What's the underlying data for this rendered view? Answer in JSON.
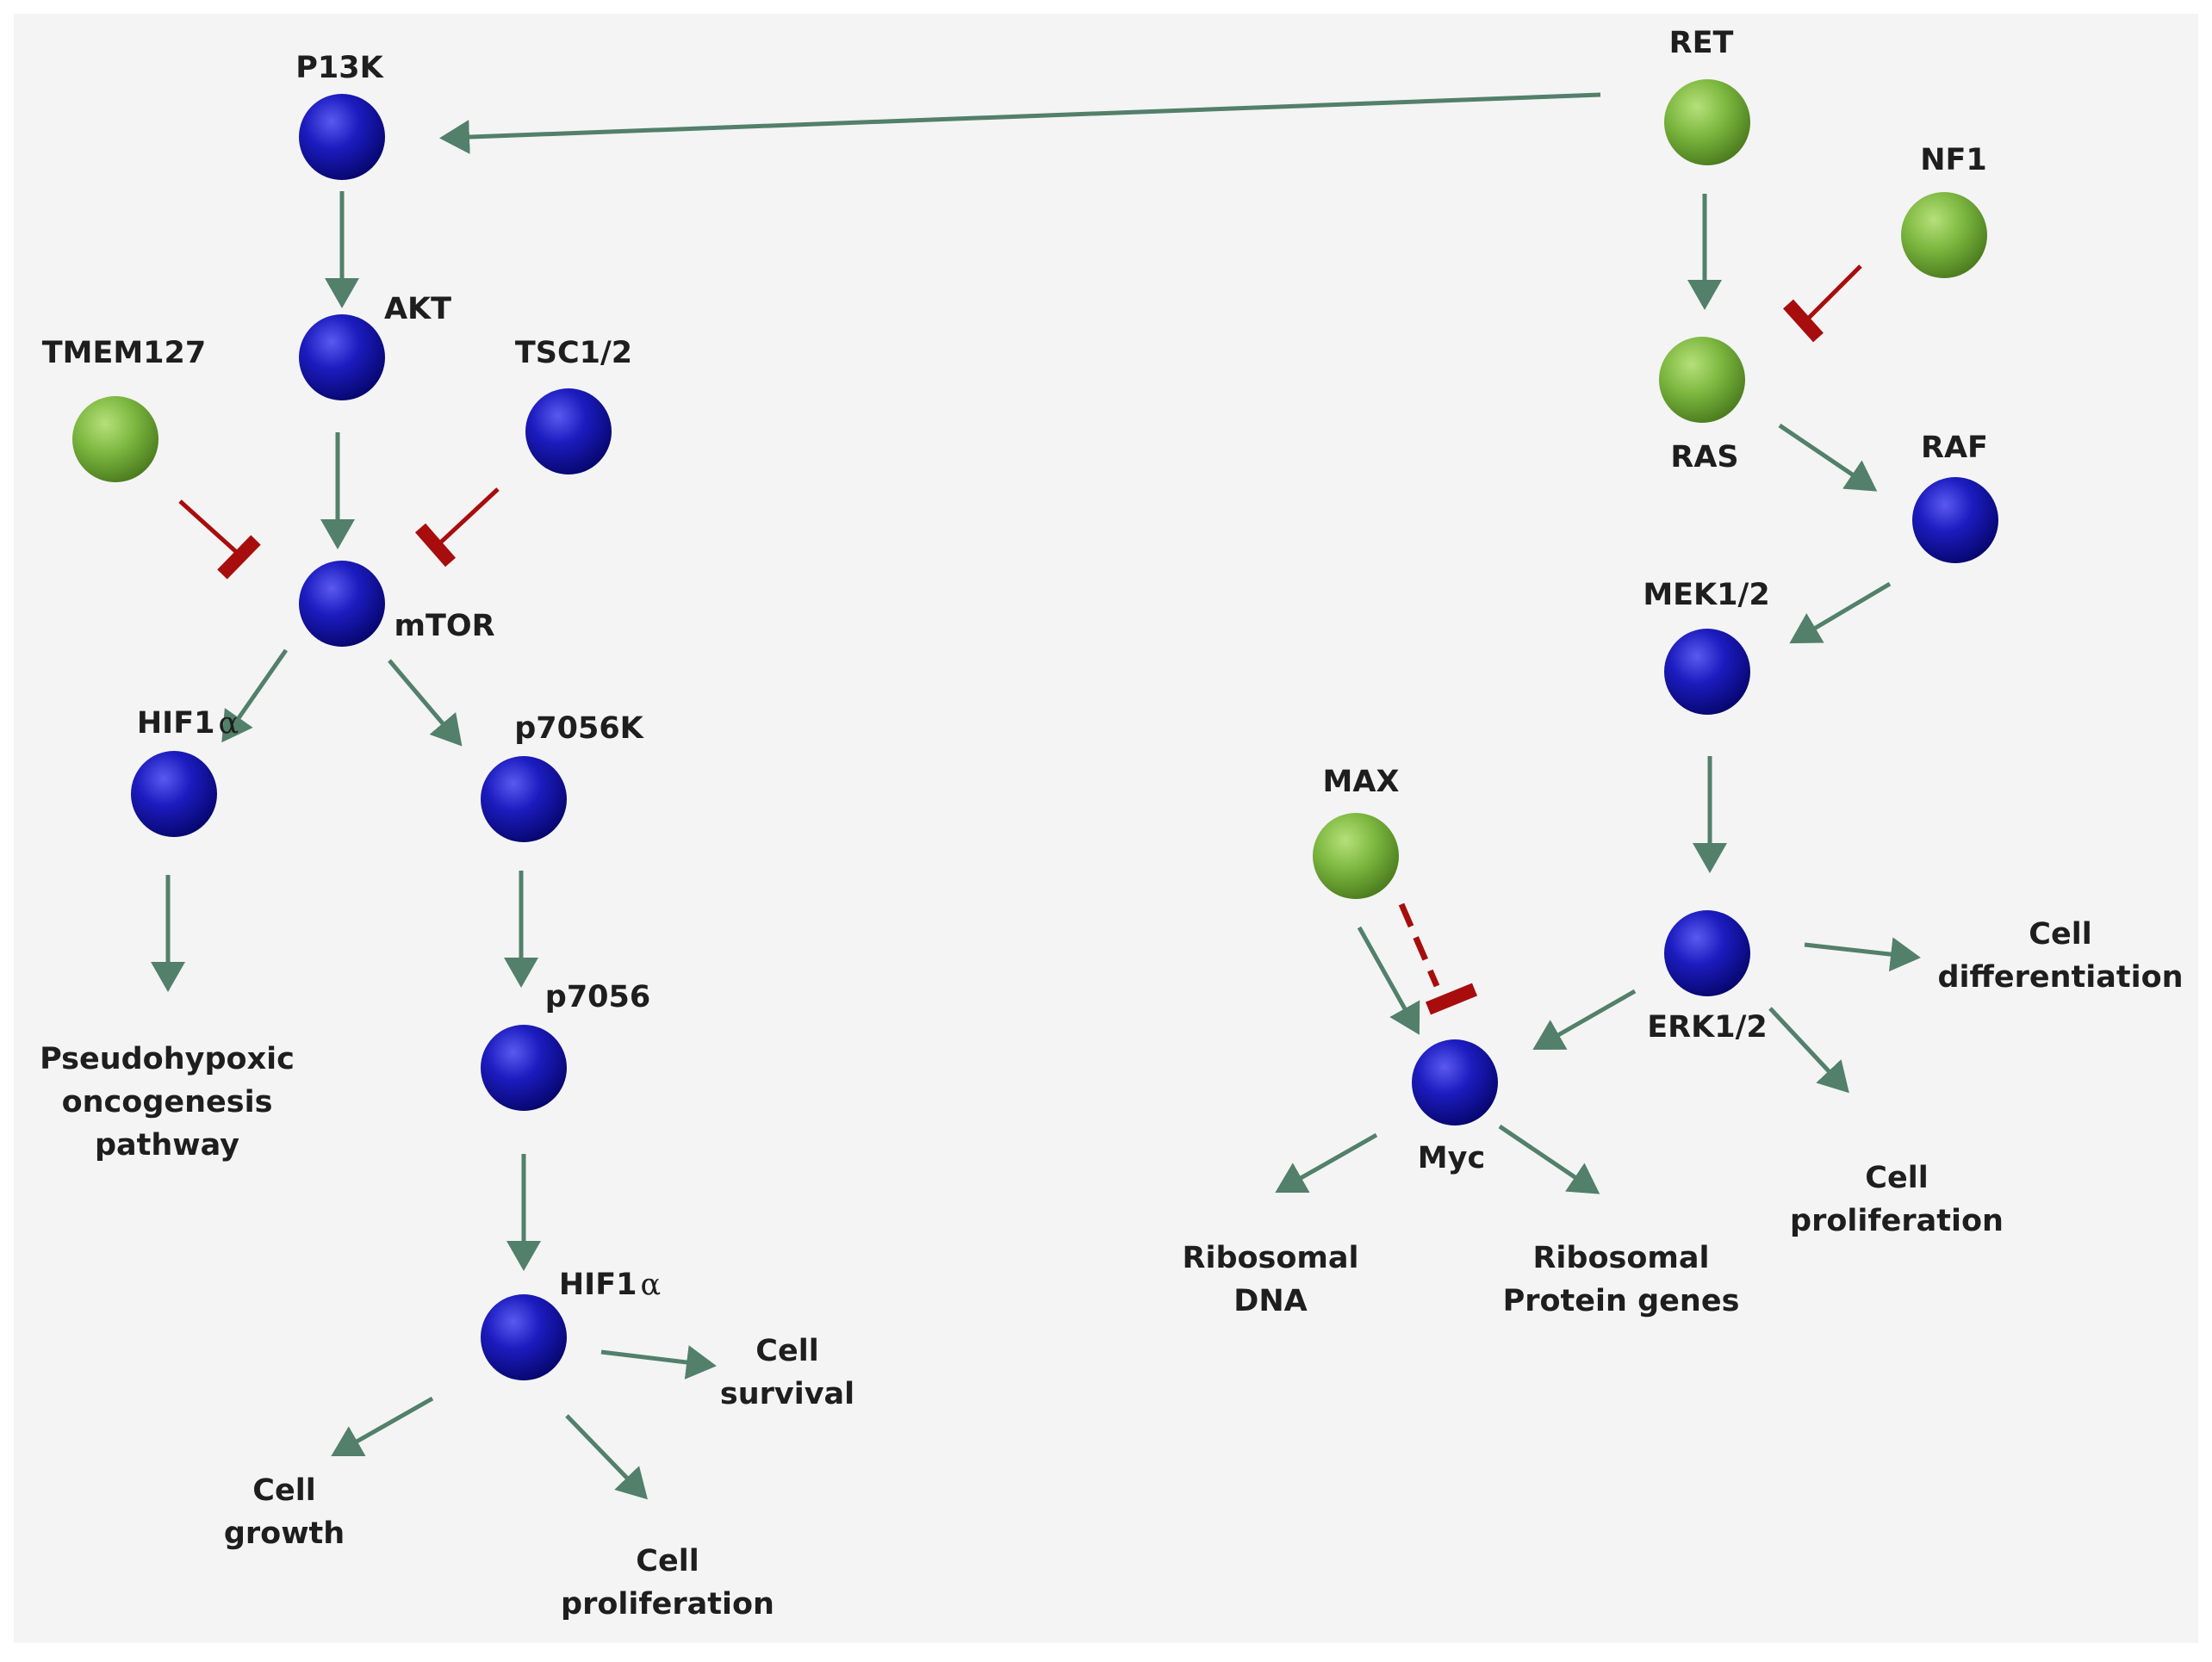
{
  "colors": {
    "activation_arrow": "#52806a",
    "inhibition": "#a80d0d",
    "node_blue": "#1b1bb6",
    "node_green": "#78b43c",
    "background": "#f4f4f4"
  },
  "nodes": {
    "p13k": "P13K",
    "akt": "AKT",
    "tmem127": "TMEM127",
    "tsc": "TSC1/2",
    "mtor": "mTOR",
    "hif1a_left": "HIF1",
    "p7056k": "p7056K",
    "p7056": "p7056",
    "hif1a_bottom": "HIF1",
    "ret": "RET",
    "nf1": "NF1",
    "ras": "RAS",
    "raf": "RAF",
    "mek": "MEK1/2",
    "erk": "ERK1/2",
    "max": "MAX",
    "myc": "Myc",
    "alpha_symbol": "α"
  },
  "outcomes": {
    "pseudohypoxic": [
      "Pseudohypoxic",
      "oncogenesis",
      "pathway"
    ],
    "cell_growth": [
      "Cell",
      "growth"
    ],
    "cell_proliferation_left": [
      "Cell",
      "proliferation"
    ],
    "cell_survival": [
      "Cell",
      "survival"
    ],
    "ribosomal_dna": [
      "Ribosomal",
      "DNA"
    ],
    "ribosomal_protein": [
      "Ribosomal",
      "Protein genes"
    ],
    "cell_proliferation_right": [
      "Cell",
      "proliferation"
    ],
    "cell_differentiation": [
      "Cell",
      "differentiation"
    ]
  }
}
